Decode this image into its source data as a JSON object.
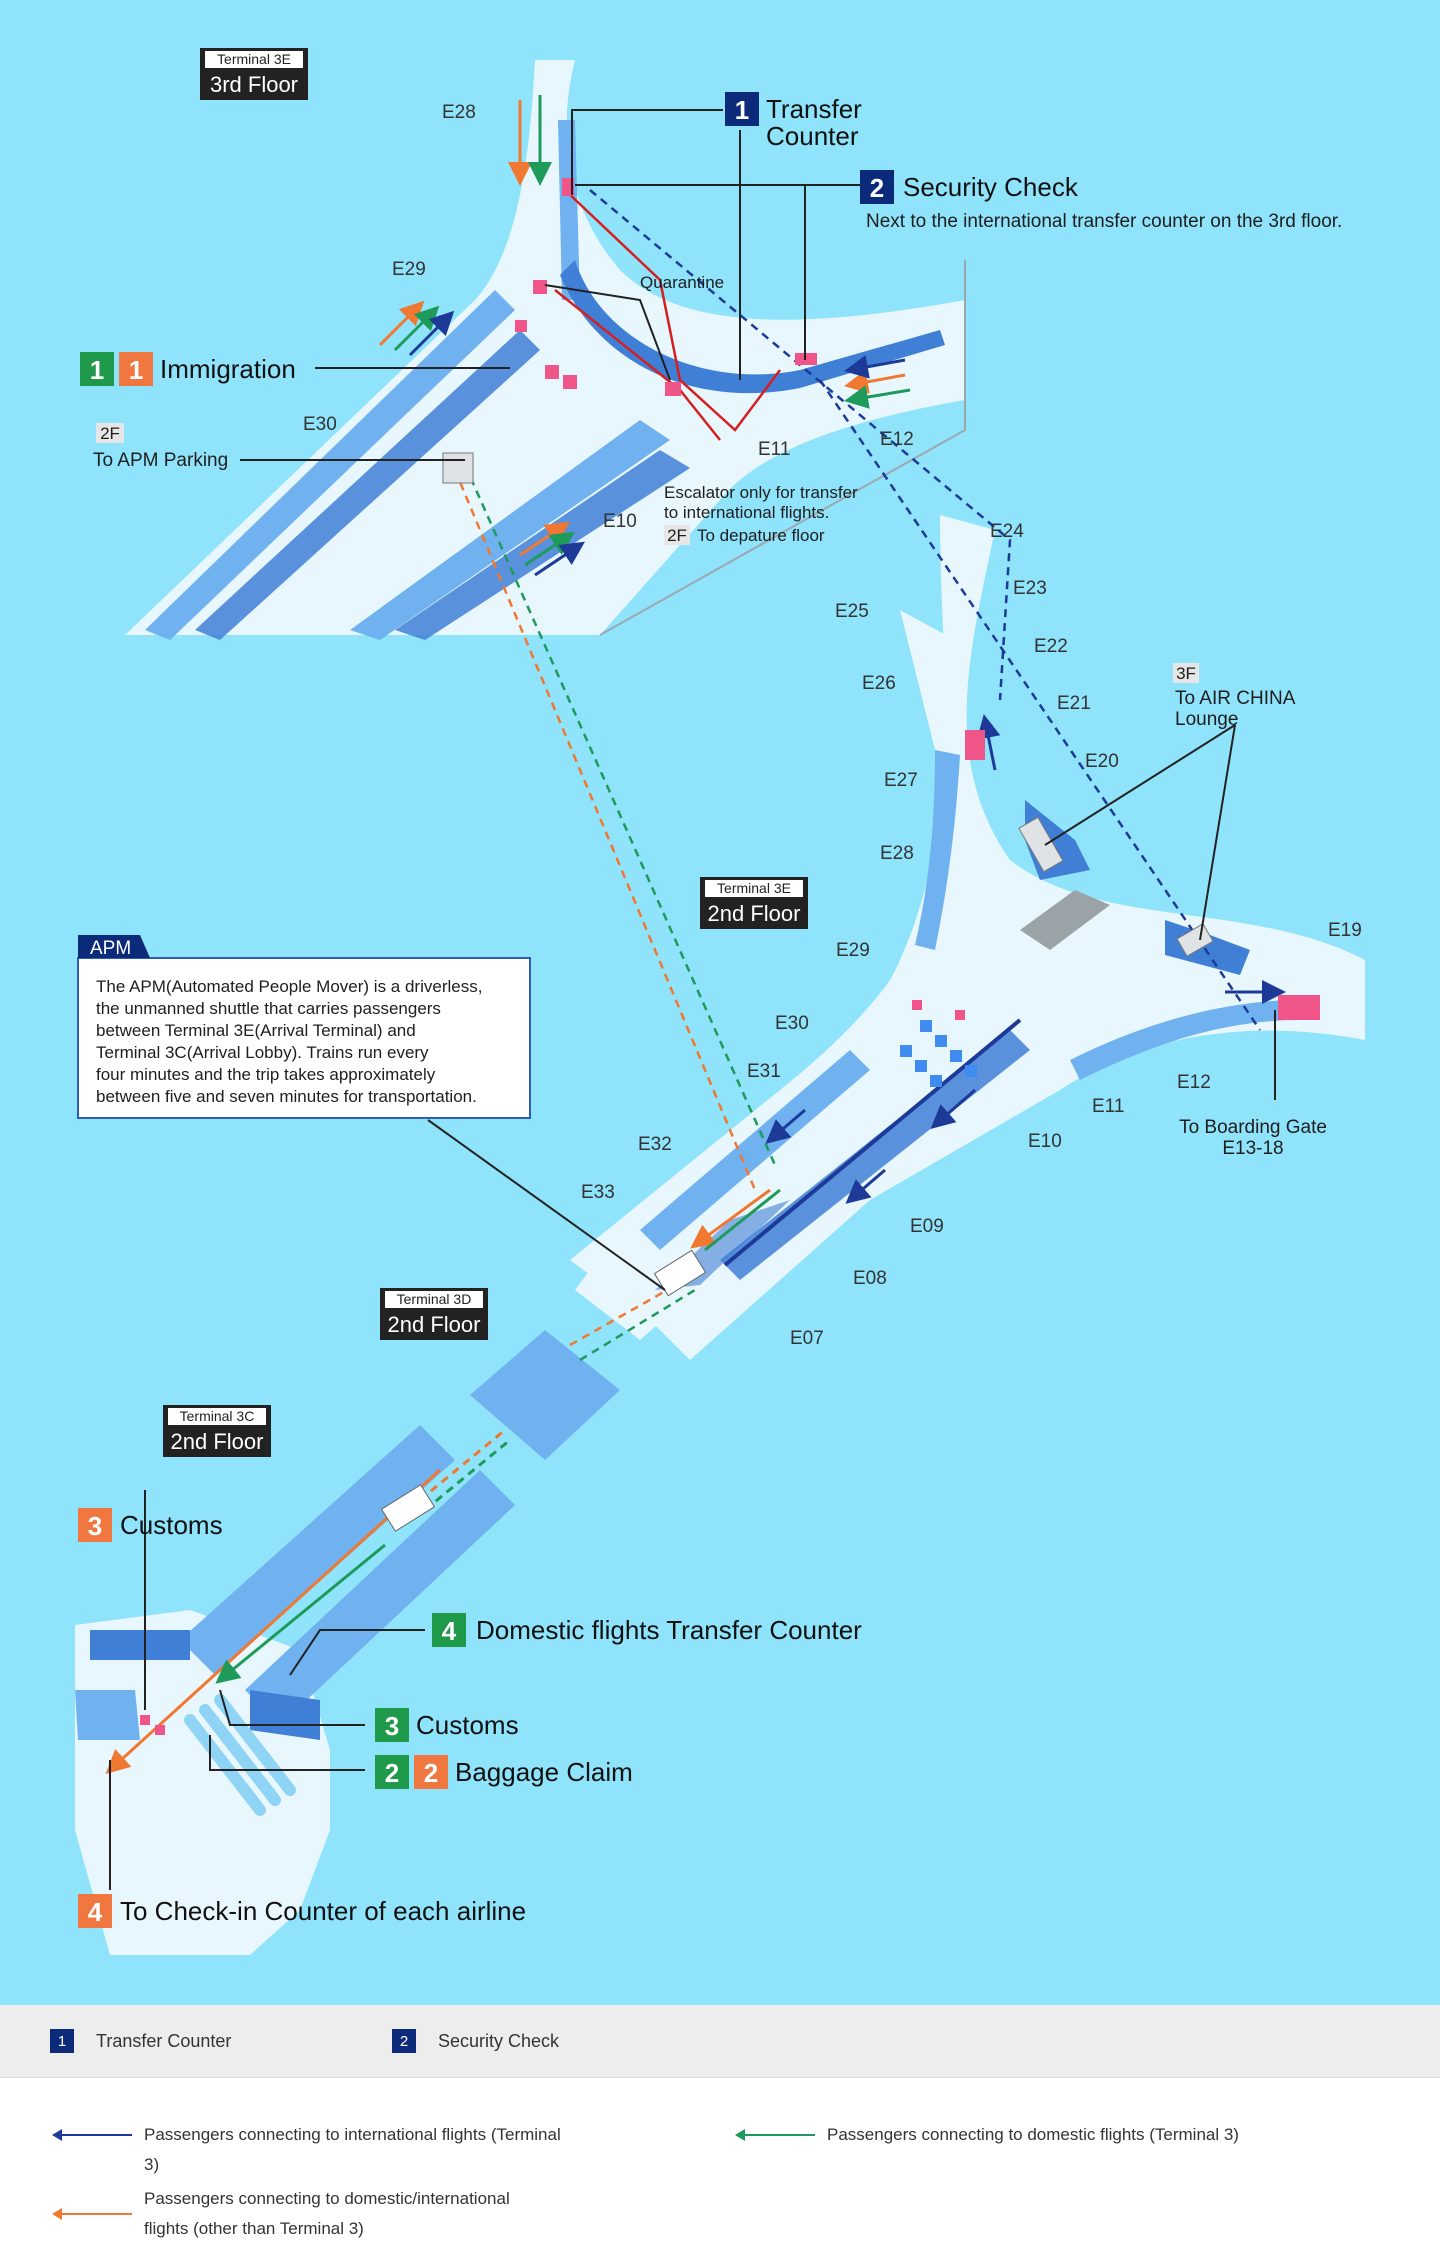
{
  "colors": {
    "water": "#8fe3fb",
    "concourse_light": "#e8f7fd",
    "concourse_mid": "#6fb2ef",
    "concourse_dark": "#3f7fd6",
    "international": "#1d3a99",
    "domestic": "#1e9a5a",
    "other": "#f07830",
    "number_blue": "#0b2b7a",
    "number_green": "#1e9a4a",
    "number_orange": "#f07840",
    "pink": "#f0558a"
  },
  "floors": {
    "t3e_3f": {
      "terminal": "Terminal 3E",
      "floor": "3rd Floor"
    },
    "t3e_2f": {
      "terminal": "Terminal 3E",
      "floor": "2nd Floor"
    },
    "t3d_2f": {
      "terminal": "Terminal 3D",
      "floor": "2nd Floor"
    },
    "t3c_2f": {
      "terminal": "Terminal 3C",
      "floor": "2nd Floor"
    }
  },
  "gates_3f": {
    "e28": "E28",
    "e29": "E29",
    "e30": "E30",
    "e10": "E10",
    "e11": "E11",
    "e12": "E12"
  },
  "gates_2f": {
    "e24": "E24",
    "e23": "E23",
    "e25": "E25",
    "e22": "E22",
    "e26": "E26",
    "e21": "E21",
    "e27": "E27",
    "e20": "E20",
    "e28": "E28",
    "e19": "E19",
    "e29": "E29",
    "e30": "E30",
    "e31": "E31",
    "e12": "E12",
    "e11": "E11",
    "e10": "E10",
    "e32": "E32",
    "e33": "E33",
    "e09": "E09",
    "e08": "E08",
    "e07": "E07"
  },
  "callouts": {
    "transfer_counter": {
      "num": "1",
      "line1": "Transfer",
      "line2": "Counter"
    },
    "security_check": {
      "num": "2",
      "title": "Security Check",
      "note": "Next to the international transfer counter on the 3rd floor."
    },
    "quarantine": "Quarantine",
    "immigration": {
      "num_a": "1",
      "num_b": "1",
      "title": "Immigration"
    },
    "apm_parking": {
      "floor": "2F",
      "text": "To APM Parking"
    },
    "escalator": {
      "line1": "Escalator only for transfer",
      "line2": "to international flights.",
      "floor": "2F",
      "line3": "To depature floor"
    },
    "air_china": {
      "floor": "3F",
      "line1": "To AIR CHINA",
      "line2": "Lounge"
    },
    "boarding_gate": {
      "line1": "To Boarding Gate",
      "line2": "E13-18"
    },
    "apm": {
      "title": "APM",
      "lines": [
        "The APM(Automated People Mover) is a driverless,",
        "the unmanned shuttle that carries passengers",
        "between Terminal 3E(Arrival Terminal) and",
        "Terminal 3C(Arrival Lobby). Trains run every",
        "four minutes and the trip takes approximately",
        "between five and seven minutes for transportation."
      ]
    },
    "customs_orange": {
      "num": "3",
      "title": "Customs"
    },
    "domestic_transfer": {
      "num": "4",
      "title": "Domestic flights Transfer Counter"
    },
    "customs_green": {
      "num": "3",
      "title": "Customs"
    },
    "baggage_claim": {
      "num_a": "2",
      "num_b": "2",
      "title": "Baggage Claim"
    },
    "checkin": {
      "num": "4",
      "title": "To Check-in Counter of each airline"
    }
  },
  "legend": {
    "transfer_counter": {
      "num": "1",
      "label": "Transfer Counter"
    },
    "security_check": {
      "num": "2",
      "label": "Security Check"
    },
    "international": "Passengers connecting to international flights (Terminal 3)",
    "domestic": "Passengers connecting to domestic flights (Terminal 3)",
    "other_line1": "Passengers connecting to domestic/international",
    "other_line2": "flights (other than Terminal 3)"
  }
}
